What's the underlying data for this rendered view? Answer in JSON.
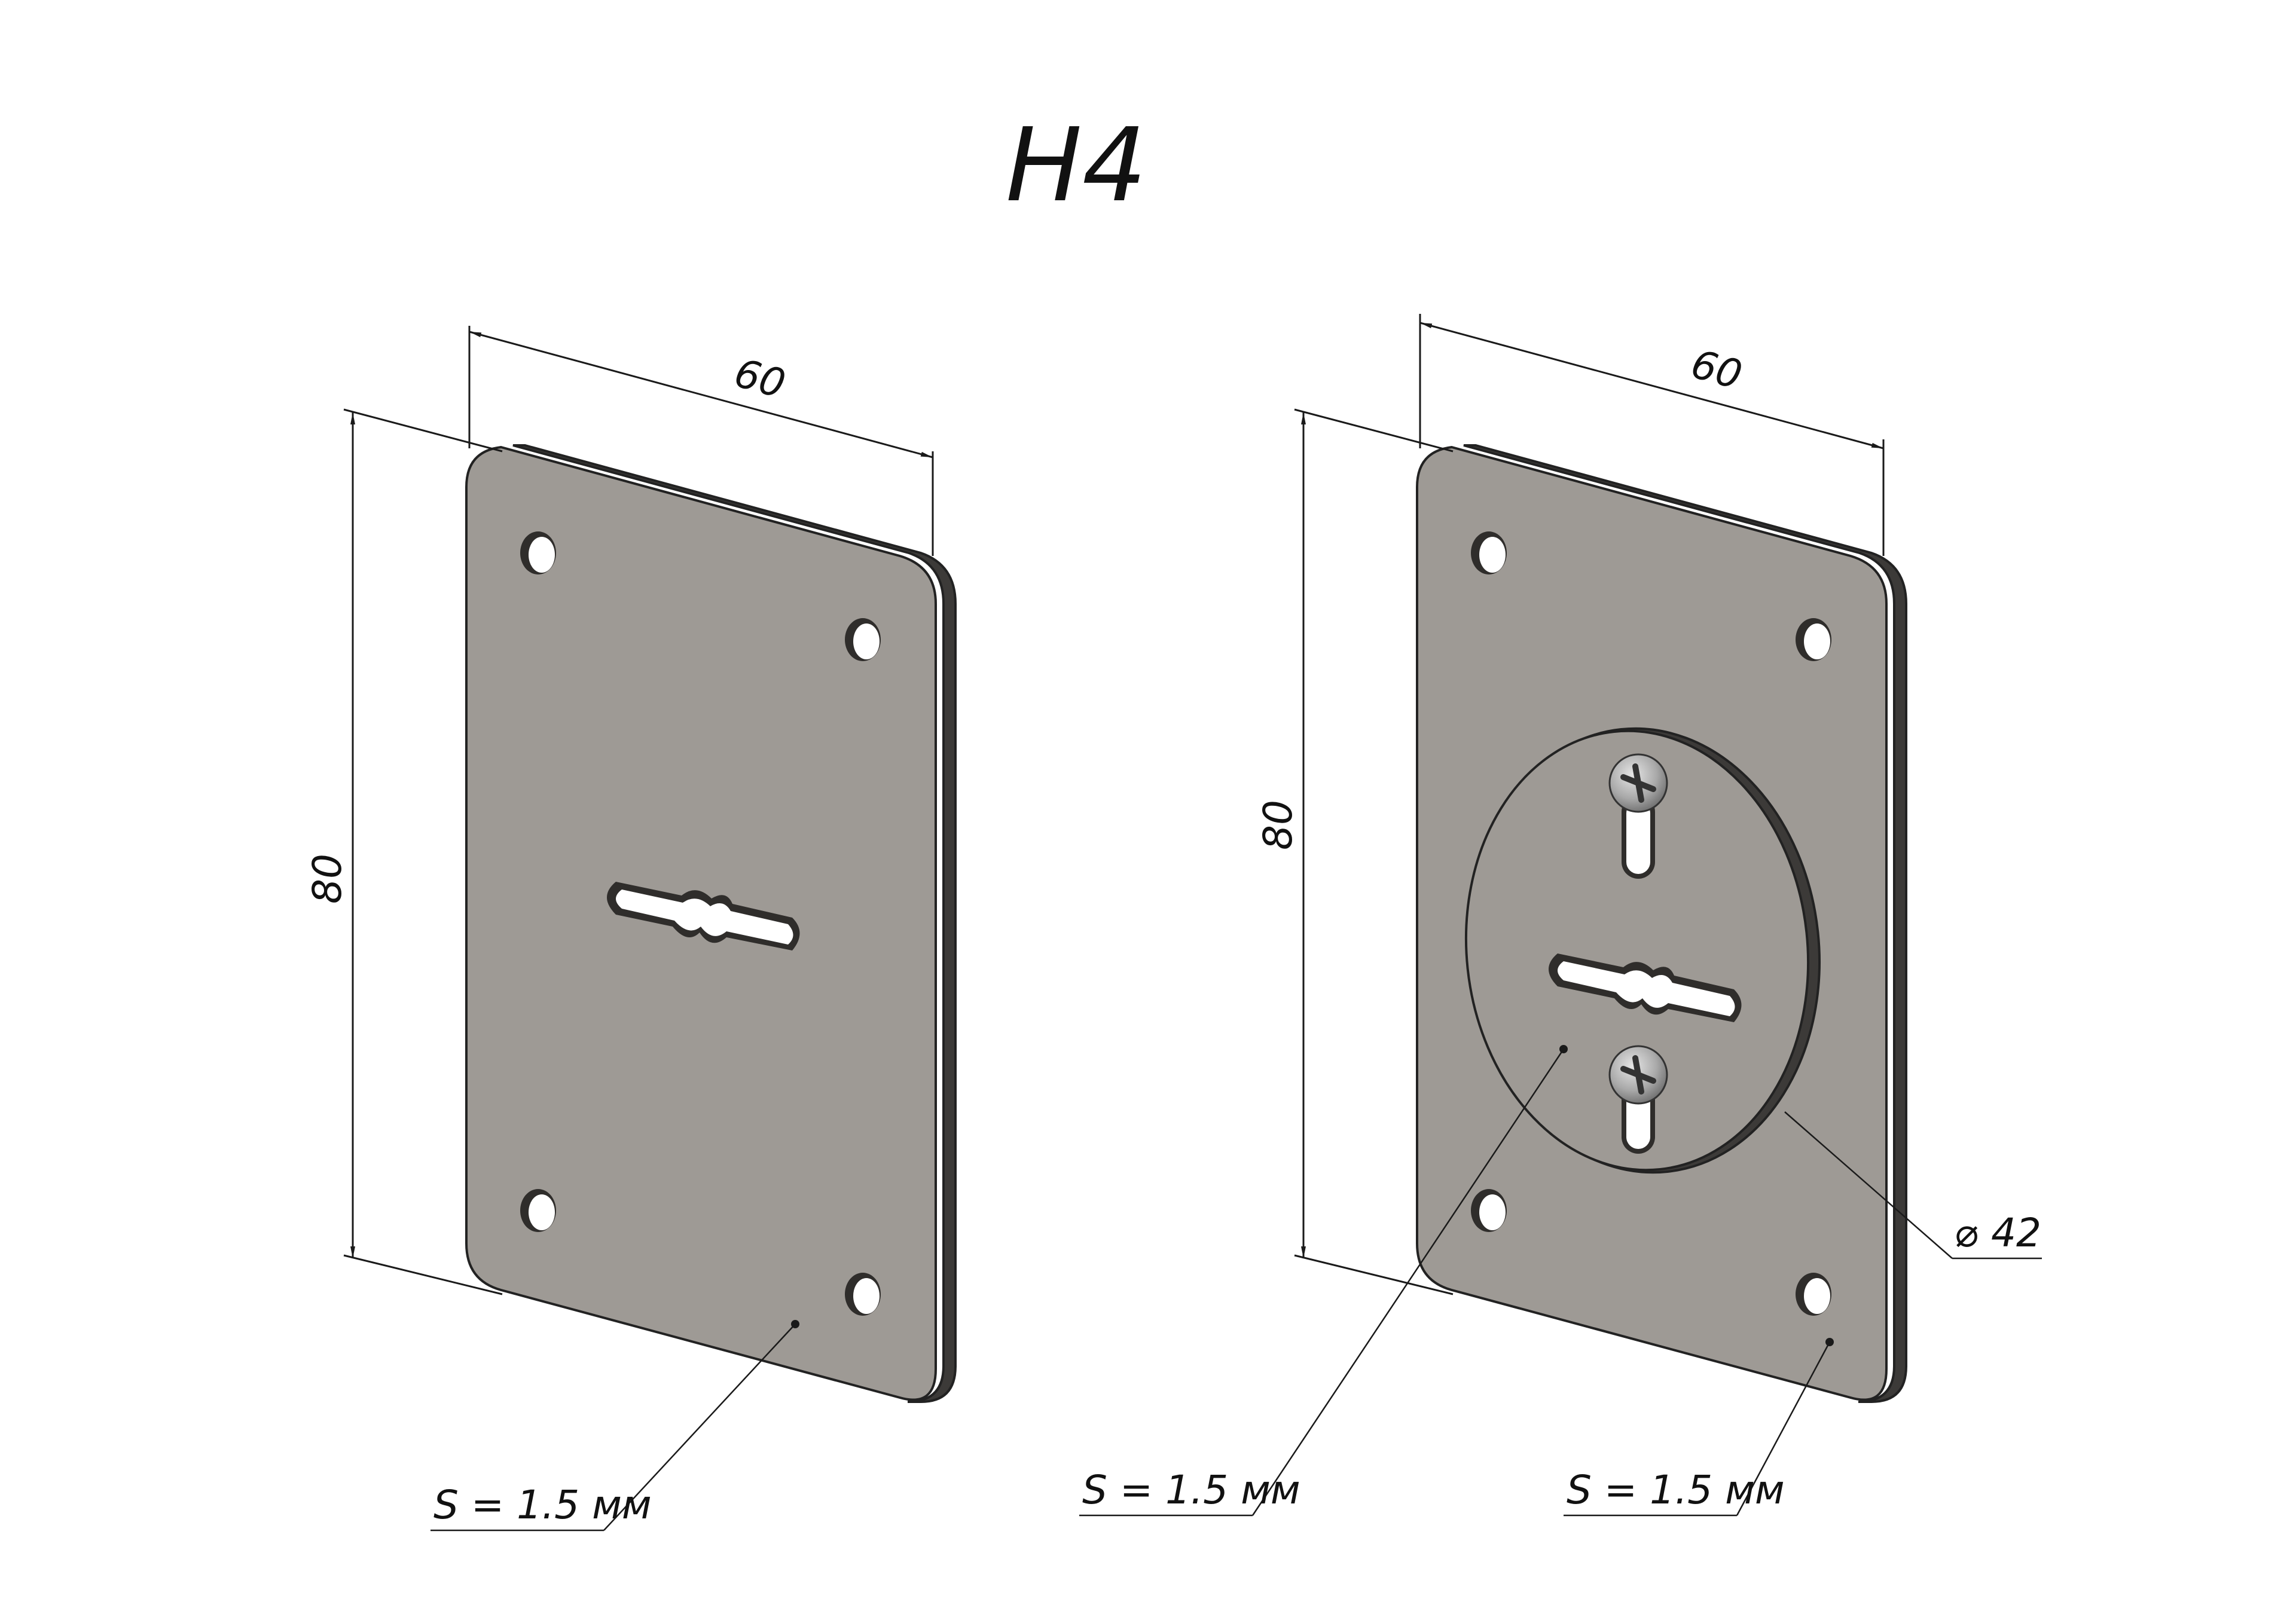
{
  "title": "H4",
  "colors": {
    "plate_face": "#9e9a95",
    "plate_edge": "#3c3a38",
    "hole_inner": "#ffffff",
    "line": "#1a1a1a"
  },
  "left_plate": {
    "width_label": "60",
    "height_label": "80",
    "thickness_label": "S = 1.5 мм"
  },
  "right_plate": {
    "width_label": "60",
    "height_label": "80",
    "disc_thickness_label": "S = 1.5 мм",
    "plate_thickness_label": "S = 1.5 мм",
    "diameter_label": "42",
    "diameter_symbol": "⌀"
  }
}
